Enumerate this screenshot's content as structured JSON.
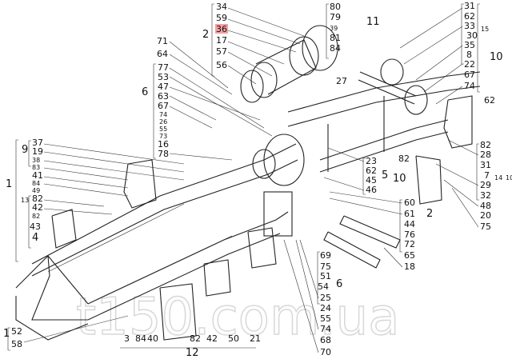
{
  "diagram": {
    "title": "Tractor frame assembly parts diagram",
    "highlight_color": "#f4a0a0",
    "watermark": "t150.com.ua",
    "part_labels": [
      "34",
      "59",
      "36",
      "17",
      "57",
      "56",
      "80",
      "79",
      "39",
      "81",
      "84",
      "71",
      "64",
      "77",
      "53",
      "47",
      "63",
      "67",
      "74",
      "26",
      "55",
      "73",
      "16",
      "78",
      "31",
      "62",
      "33",
      "30",
      "35",
      "8",
      "22",
      "67",
      "74",
      "27",
      "62",
      "82",
      "28",
      "31",
      "7",
      "29",
      "32",
      "48",
      "20",
      "75",
      "37",
      "19",
      "38",
      "83",
      "41",
      "84",
      "49",
      "82",
      "42",
      "82",
      "43",
      "23",
      "62",
      "45",
      "46",
      "82",
      "60",
      "61",
      "44",
      "76",
      "72",
      "65",
      "18",
      "69",
      "75",
      "51",
      "54",
      "25",
      "24",
      "55",
      "74",
      "68",
      "70",
      "52",
      "58",
      "3",
      "84",
      "40",
      "82",
      "42",
      "50",
      "21"
    ],
    "group_labels": [
      "2",
      "11",
      "6",
      "15",
      "10",
      "14",
      "10",
      "9",
      "1",
      "13",
      "4",
      "5",
      "10",
      "2",
      "6",
      "1",
      "12"
    ],
    "highlighted_part": "36"
  }
}
